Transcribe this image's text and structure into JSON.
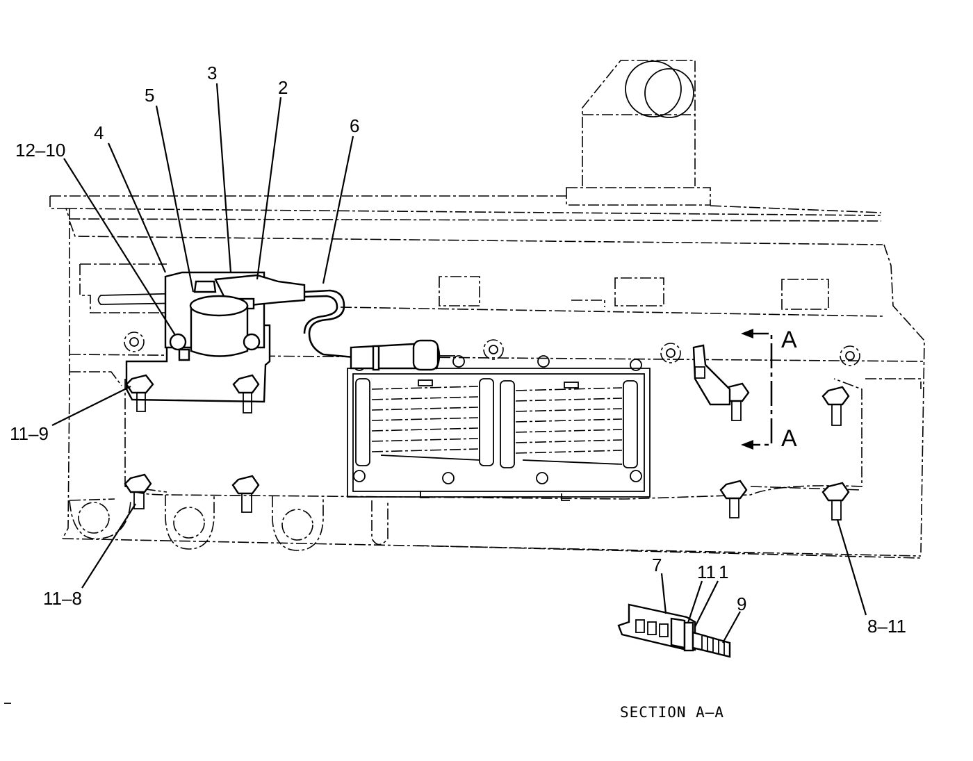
{
  "callouts": {
    "c3": "3",
    "c2": "2",
    "c5": "5",
    "c6": "6",
    "c4": "4",
    "c12_10": "12–10",
    "c11_9": "11–9",
    "c11_8": "11–8",
    "c8_11": "8–11",
    "c7": "7",
    "c11": "11",
    "c1": "1",
    "c9": "9"
  },
  "section_marker": {
    "top_letter": "A",
    "bottom_letter": "A"
  },
  "section_title": "SECTION A–A"
}
